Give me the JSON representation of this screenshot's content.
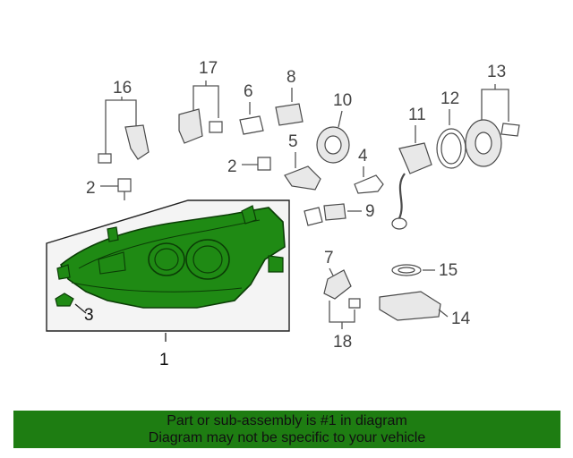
{
  "callouts": {
    "c1": "1",
    "c2a": "2",
    "c2b": "2",
    "c3": "3",
    "c4": "4",
    "c5": "5",
    "c6": "6",
    "c7": "7",
    "c8": "8",
    "c9": "9",
    "c10": "10",
    "c11": "11",
    "c12": "12",
    "c13": "13",
    "c14": "14",
    "c15": "15",
    "c16": "16",
    "c17": "17",
    "c18": "18"
  },
  "banner": {
    "line1": "Part or sub-assembly is #1 in diagram",
    "line2": "Diagram may not be specific to your vehicle"
  },
  "colors": {
    "highlight": "#1e7d12",
    "part_green": "#1f8a14",
    "line": "#555555"
  }
}
